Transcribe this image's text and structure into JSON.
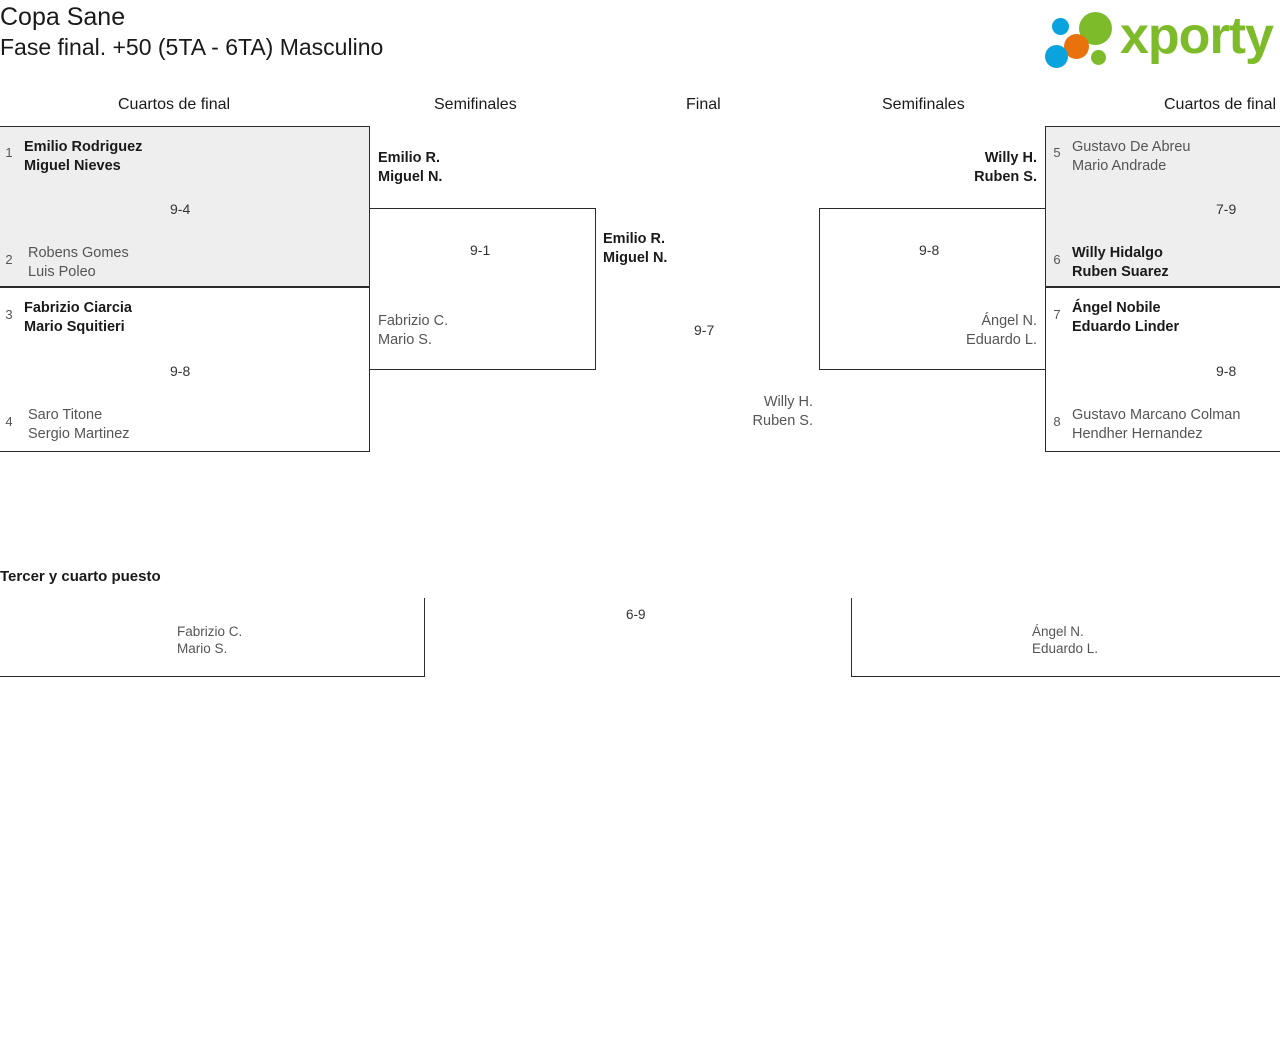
{
  "header": {
    "tournament_name": "Copa Sane",
    "phase": "Fase final. +50 (5TA - 6TA) Masculino",
    "logo_text": "xporty",
    "logo_colors": {
      "green": "#7dbb2a",
      "blue": "#0aa3dd",
      "orange": "#e8730c"
    }
  },
  "round_headers": {
    "left_quarters": "Cuartos de final",
    "left_semis": "Semifinales",
    "final": "Final",
    "right_semis": "Semifinales",
    "right_quarters": "Cuartos de final"
  },
  "bracket": {
    "left_quarterfinals": [
      {
        "highlighted": true,
        "score": "9-4",
        "top": {
          "seed": "1",
          "player1": "Emilio Rodriguez",
          "player2": "Miguel Nieves",
          "winner": true
        },
        "bottom": {
          "seed": "2",
          "player1": "Robens Gomes",
          "player2": "Luis Poleo",
          "winner": false
        }
      },
      {
        "highlighted": false,
        "score": "9-8",
        "top": {
          "seed": "3",
          "player1": "Fabrizio Ciarcia",
          "player2": "Mario Squitieri",
          "winner": true
        },
        "bottom": {
          "seed": "4",
          "player1": "Saro Titone",
          "player2": "Sergio Martinez",
          "winner": false
        }
      }
    ],
    "right_quarterfinals": [
      {
        "highlighted": true,
        "score": "7-9",
        "top": {
          "seed": "5",
          "player1": "Gustavo De Abreu",
          "player2": "Mario Andrade",
          "winner": false
        },
        "bottom": {
          "seed": "6",
          "player1": "Willy Hidalgo",
          "player2": "Ruben Suarez",
          "winner": true
        }
      },
      {
        "highlighted": false,
        "score": "9-8",
        "top": {
          "seed": "7",
          "player1": "Ángel Nobile",
          "player2": "Eduardo Linder",
          "winner": true
        },
        "bottom": {
          "seed": "8",
          "player1": "Gustavo Marcano Colman",
          "player2": "Hendher Hernandez",
          "winner": false
        }
      }
    ],
    "left_semifinal": {
      "score": "9-1",
      "top": {
        "player1": "Emilio R.",
        "player2": "Miguel N.",
        "winner": true
      },
      "bottom": {
        "player1": "Fabrizio C.",
        "player2": "Mario S.",
        "winner": false
      }
    },
    "right_semifinal": {
      "score": "9-8",
      "top": {
        "player1": "Willy H.",
        "player2": "Ruben S.",
        "winner": true
      },
      "bottom": {
        "player1": "Ángel N.",
        "player2": "Eduardo L.",
        "winner": false
      }
    },
    "final": {
      "score": "9-7",
      "top": {
        "player1": "Emilio R.",
        "player2": "Miguel N.",
        "winner": true
      },
      "bottom": {
        "player1": "Willy H.",
        "player2": "Ruben S.",
        "winner": false
      }
    }
  },
  "third_place": {
    "title": "Tercer y cuarto puesto",
    "score": "6-9",
    "left": {
      "player1": "Fabrizio C.",
      "player2": "Mario S.",
      "winner": false
    },
    "right": {
      "player1": "Ángel N.",
      "player2": "Eduardo L.",
      "winner": false
    }
  }
}
